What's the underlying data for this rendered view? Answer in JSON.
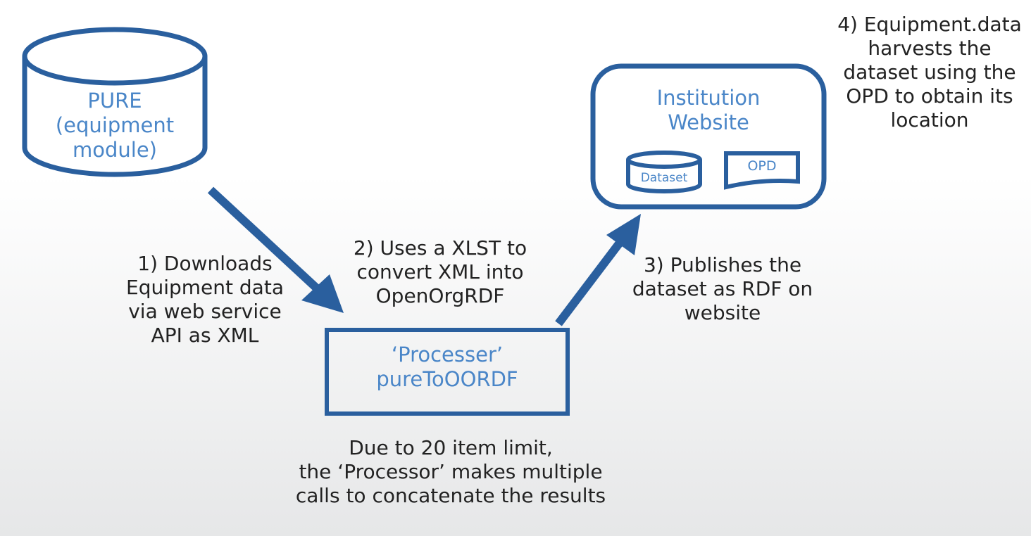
{
  "nodes": {
    "pure": {
      "label": "PURE\n(equipment\nmodule)"
    },
    "processor": {
      "label": "‘Processer’\npureToOORDF"
    },
    "website": {
      "label": "Institution\nWebsite",
      "dataset": "Dataset",
      "opd": "OPD"
    }
  },
  "steps": {
    "step1": "1) Downloads\nEquipment data\nvia web service\nAPI as XML",
    "step2": "2) Uses a XLST to\nconvert XML into\nOpenOrgRDF",
    "step3": "3) Publishes the\ndataset as RDF on\nwebsite",
    "step4": "4) Equipment.data\nharvests the\ndataset using the\nOPD to obtain its\nlocation"
  },
  "note": "Due to 20 item limit,\nthe ‘Processor’ makes multiple\ncalls to concatenate the results",
  "colors": {
    "stroke": "#2a5f9e",
    "text_blue": "#4a86c8",
    "text_dark": "#222222"
  }
}
